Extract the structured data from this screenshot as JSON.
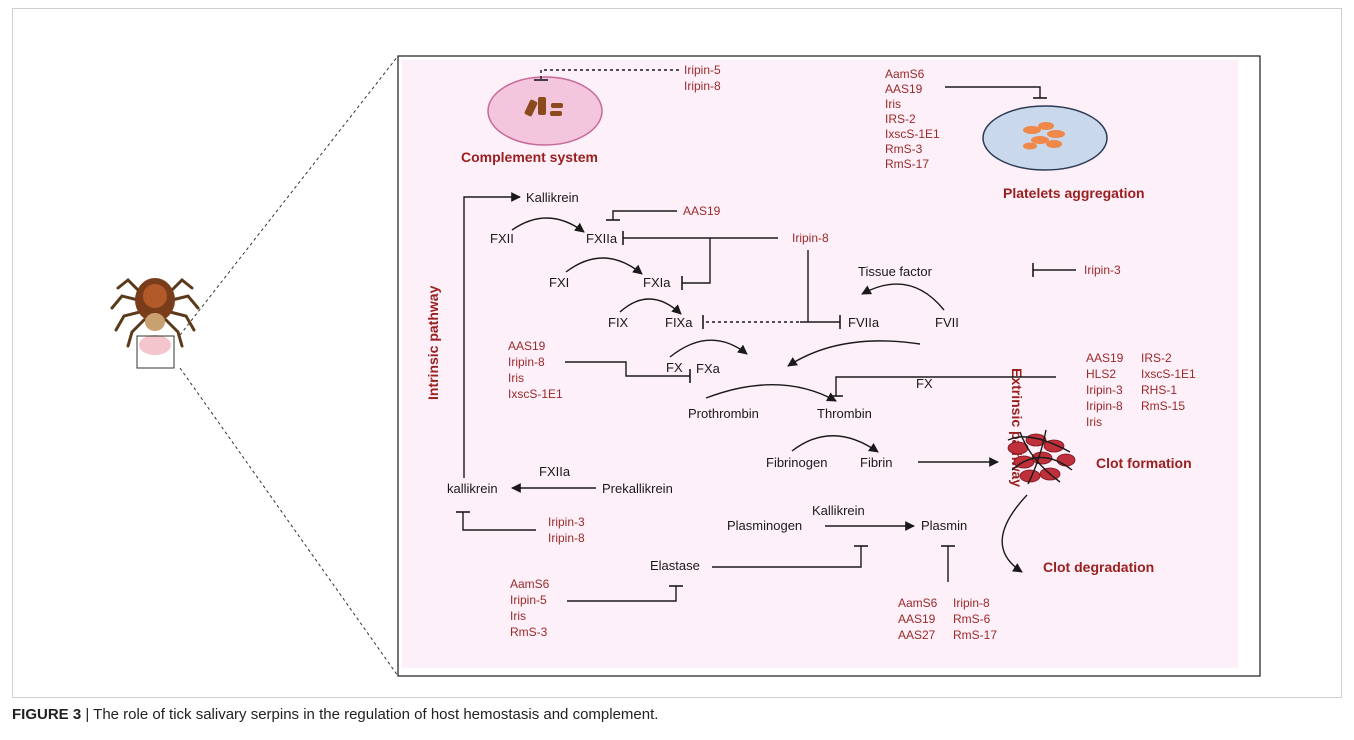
{
  "caption": {
    "label": "FIGURE 3",
    "separator": " | ",
    "text": "The role of tick salivary serpins in the regulation of host hemostasis and complement."
  },
  "colors": {
    "panel_bg": "#fdf0f8",
    "inhibitor_text": "#9a2a2a",
    "title_text": "#9a2020",
    "cell_fill": "#f3c6de",
    "platelet_fill": "#c9d8ea",
    "clot": "#c0303a"
  },
  "icons": {
    "tick": "tick-icon",
    "cell": "complement-cell-icon",
    "platelet": "platelet-icon",
    "clot": "blood-clot-icon"
  },
  "titles": {
    "complement": "Complement system",
    "platelets": "Platelets aggregation",
    "clot_formation": "Clot formation",
    "clot_degradation": "Clot degradation",
    "intrinsic": "Intrinsic pathway",
    "extrinsic": "Extrinsic pathway"
  },
  "factors": {
    "kallikrein_top": "Kallikrein",
    "fxii": "FXII",
    "fxiia": "FXIIa",
    "fxi": "FXI",
    "fxia": "FXIa",
    "fix": "FIX",
    "fixa": "FIXa",
    "tissue_factor": "Tissue factor",
    "fviia": "FVIIa",
    "fvii": "FVII",
    "fx_left": "FX",
    "fx_right": "FX",
    "fxa": "FXa",
    "prothrombin": "Prothrombin",
    "thrombin": "Thrombin",
    "fibrinogen": "Fibrinogen",
    "fibrin": "Fibrin",
    "fxiia_lower": "FXIIa",
    "kallikrein_lower": "kallikrein",
    "prekallikrein": "Prekallikrein",
    "plasminogen": "Plasminogen",
    "kallikrein_plasmin": "Kallikrein",
    "plasmin": "Plasmin",
    "elastase": "Elastase"
  },
  "inhibitors": {
    "complement": [
      "Iripin-5",
      "Iripin-8"
    ],
    "platelets": [
      "AamS6",
      "AAS19",
      "Iris",
      "IRS-2",
      "IxscS-1E1",
      "RmS-3",
      "RmS-17"
    ],
    "fxiia": [
      "AAS19"
    ],
    "fxiia_fxia": [
      "Iripin-8"
    ],
    "extrinsic": [
      "Iripin-3"
    ],
    "fxa": [
      "AAS19",
      "Iripin-8",
      "Iris",
      "IxscS-1E1"
    ],
    "thrombin_a": [
      "AAS19",
      "HLS2",
      "Iripin-3",
      "Iripin-8",
      "Iris"
    ],
    "thrombin_b": [
      "IRS-2",
      "IxscS-1E1",
      "RHS-1",
      "RmS-15"
    ],
    "kallikrein": [
      "Iripin-3",
      "Iripin-8"
    ],
    "elastase": [
      "AamS6",
      "Iripin-5",
      "Iris",
      "RmS-3"
    ],
    "plasmin_a": [
      "AamS6",
      "AAS19",
      "AAS27"
    ],
    "plasmin_b": [
      "Iripin-8",
      "RmS-6",
      "RmS-17"
    ]
  }
}
